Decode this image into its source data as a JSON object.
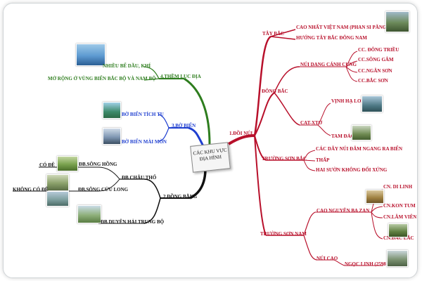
{
  "center": "CÁC KHU VỰC ĐỊA HÌNH",
  "branches": {
    "doi_nui": "1.ĐỒI NÚI",
    "dong_bang": "2.ĐỒNG BẰNG",
    "bo_bien": "3.BỜ BIỂN",
    "them_luc_dia": "4.THỀM LỤC ĐỊA"
  },
  "doi_nui": {
    "tay_bac": "TÂY BẮC",
    "tay_bac_items": [
      "CAO NHẤT VIỆT NAM (PHAN SI PĂNG 3143 M)",
      "HƯỚNG TÂY BẮC ĐÔNG NAM"
    ],
    "dong_bac": "ĐÔNG BẮC",
    "nui_dang_canh_cung": "NÚI DẠNG CÁNH CUNG",
    "canh_cung_items": [
      "CC. ĐÔNG TRIỀU",
      "CC.SÔNG GÂM",
      "CC.NGÂN SƠN",
      "CC.BẮC SƠN"
    ],
    "cat_xto": "CAT-XTƠ",
    "cat_xto_items": [
      "VỊNH HẠ LONG",
      "TAM ĐẢO"
    ],
    "truong_son_bac": "TRƯỜNG SƠN BẮC",
    "tsb_items": [
      "CÁC DÃY NÚI ĐÂM NGANG RA BIỂN",
      "THẤP",
      "HAI SƯỜN KHÔNG ĐỐI XỨNG"
    ],
    "truong_son_nam": "TRƯỜNG SƠN NAM",
    "cao_nguyen_ba_zan": "CAO NGUYÊN BA ZAN",
    "cao_nguyen_items": [
      "CN. DI LINH",
      "CN.KON TUM",
      "CN.LÂM VIÊN",
      "CN.ĐẮC LẮC"
    ],
    "nui_cao": "NÚI CAO",
    "nui_cao_item": "NGỌC LINH (2598 M)"
  },
  "dong_bang": {
    "db_chau_tho": "ĐB CHÂU THỔ",
    "db_song_hong": "ĐB.SÔNG HỒNG",
    "co_de": "CÓ ĐÊ",
    "db_song_cuu_long": "ĐB.SÔNG CỬU LONG",
    "khong_co_de": "KHÔNG CÓ ĐÊ",
    "db_duyen_hai": "ĐB DUYÊN HẢI TRUNG BỘ"
  },
  "bo_bien": {
    "tich_tu": "BỜ BIỂN TÍCH TỤ",
    "mai_mon": "BỜ BIỂN MÀI MÒN"
  },
  "them_luc_dia": {
    "dau_khi": "NHIỀU BỂ DẦU, KHÍ",
    "mo_rong": "MỞ RỘNG Ở VÙNG BIỂN BẮC BỘ VÀ NAM BỘ"
  },
  "colors": {
    "red": "#b8102b",
    "green": "#2e7d1e",
    "blue": "#1f3fd0",
    "black": "#111111"
  },
  "icons": [
    "photo-thumbnail"
  ]
}
